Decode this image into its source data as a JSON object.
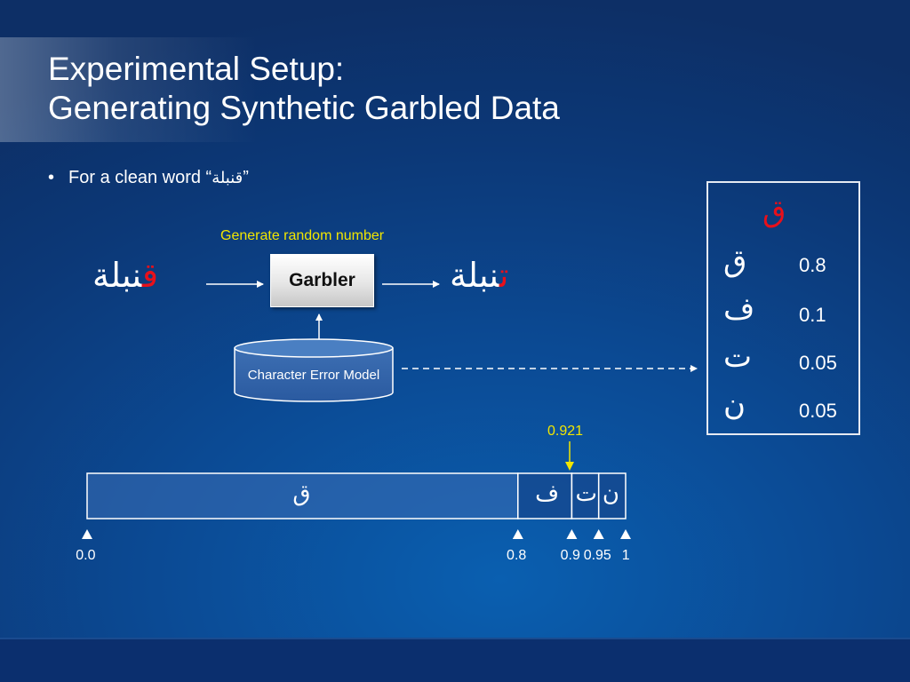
{
  "slide": {
    "title_line1": "Experimental Setup:",
    "title_line2": "Generating Synthetic Garbled Data",
    "bullet_prefix": "For a clean word “",
    "bullet_word": "قنبلة",
    "bullet_suffix": "”"
  },
  "diagram": {
    "generate_label": "Generate random number",
    "input_word_rest": "نبلة",
    "input_word_first": "ق",
    "garbler_label": "Garbler",
    "output_word_rest": "نبلة",
    "output_word_first": "ت",
    "error_model_label": "Character Error Model"
  },
  "probability_table": {
    "header_char": "ق",
    "rows": [
      {
        "char": "ق",
        "prob": "0.8"
      },
      {
        "char": "ف",
        "prob": "0.1"
      },
      {
        "char": "ت",
        "prob": "0.05"
      },
      {
        "char": "ن",
        "prob": "0.05"
      }
    ]
  },
  "interval_bar": {
    "random_value": "0.921",
    "segments": [
      {
        "char": "ق",
        "from": 0.0,
        "to": 0.8
      },
      {
        "char": "ف",
        "from": 0.8,
        "to": 0.9
      },
      {
        "char": "ت",
        "from": 0.9,
        "to": 0.95
      },
      {
        "char": "ن",
        "from": 0.95,
        "to": 1.0
      }
    ],
    "tick_labels": [
      "0.0",
      "0.8",
      "0.9",
      "0.95",
      "1"
    ]
  },
  "colors": {
    "highlight_red": "#e8101a",
    "label_yellow": "#f2e600",
    "background_blue": "#0b4a94"
  }
}
